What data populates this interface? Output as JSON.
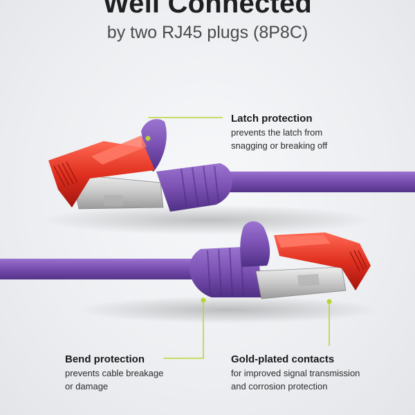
{
  "header": {
    "title": "Well Connected",
    "subtitle": "by two RJ45 plugs (8P8C)"
  },
  "callouts": {
    "latch": {
      "title": "Latch protection",
      "line1": "prevents the latch from",
      "line2": "snagging or breaking off"
    },
    "bend": {
      "title": "Bend protection",
      "line1": "prevents cable breakage",
      "line2": "or damage"
    },
    "gold": {
      "title": "Gold-plated contacts",
      "line1": "for improved signal transmission",
      "line2": "and corrosion protection"
    }
  },
  "colors": {
    "cable": "#7a4fb0",
    "plug": "#d9261c",
    "shield": "#c8c9cb",
    "leader": "#b7d433"
  }
}
